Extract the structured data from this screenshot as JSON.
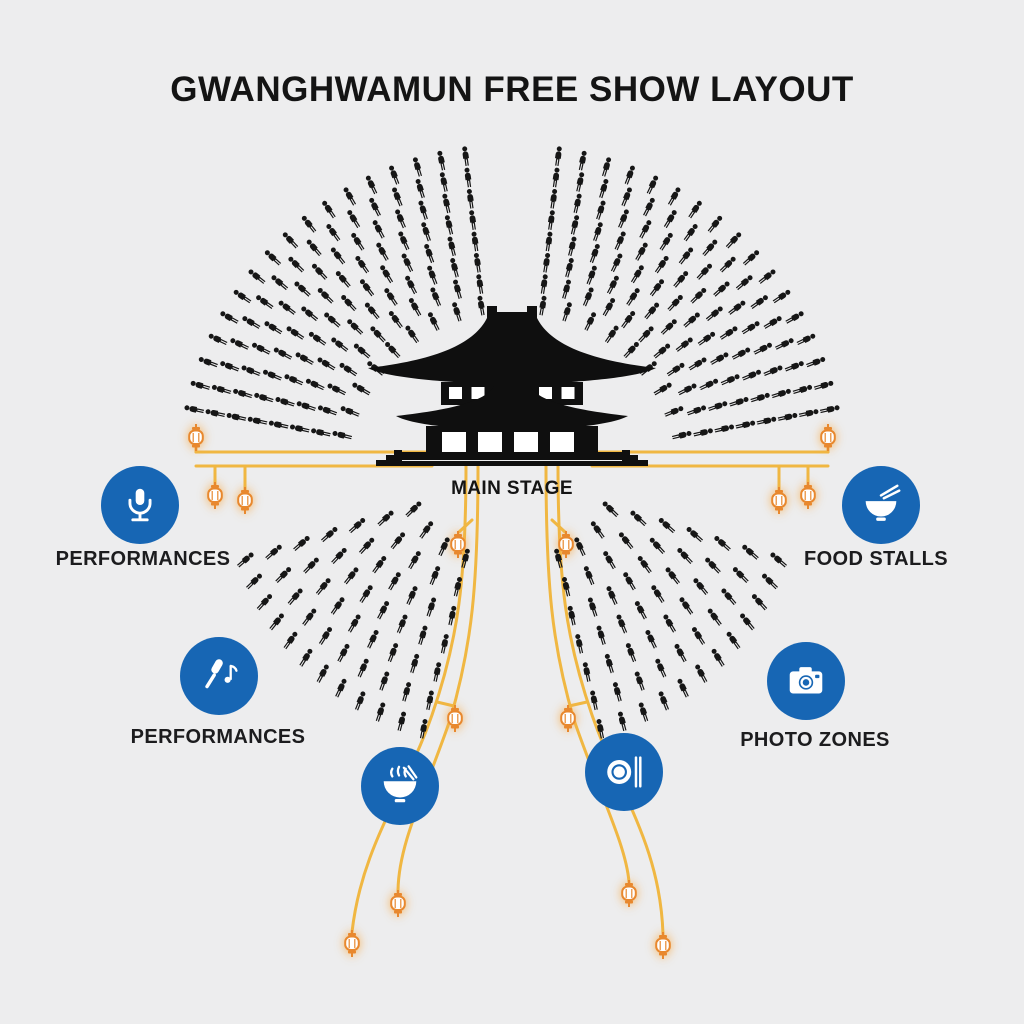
{
  "title": "GWANGHWAMUN FREE SHOW LAYOUT",
  "stage": {
    "label": "MAIN STAGE"
  },
  "badges": [
    {
      "icon": "microphone-icon",
      "label": "PERFORMANCES"
    },
    {
      "icon": "bowl-chopsticks-icon",
      "label": "FOOD STALLS"
    },
    {
      "icon": "microphone-music-note-icon",
      "label": "PERFORMANCES"
    },
    {
      "icon": "camera-icon",
      "label": "PHOTO ZONES"
    },
    {
      "icon": "steaming-noodle-bowl-icon",
      "label": ""
    },
    {
      "icon": "plate-chopsticks-icon",
      "label": ""
    }
  ],
  "crowd_zones": [
    "upper-left-audience",
    "upper-right-audience",
    "lower-left-audience",
    "lower-right-audience"
  ],
  "colors": {
    "background": "#ededee",
    "title_text": "#141414",
    "crowd": "#161616",
    "path_yellow": "#f0b742",
    "lantern_orange": "#e8882e",
    "badge_blue": "#1766b4",
    "icon_white": "#ffffff",
    "label_text": "#1c1c1e"
  }
}
